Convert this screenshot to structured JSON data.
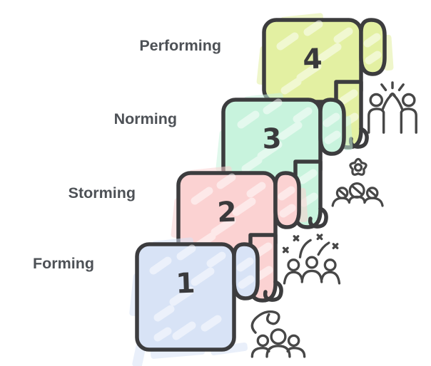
{
  "diagram": {
    "stages": [
      {
        "number": "1",
        "label": "Forming",
        "color": "#d8e3f6",
        "icon": "team-confusion-icon"
      },
      {
        "number": "2",
        "label": "Storming",
        "color": "#fbd2d2",
        "icon": "team-conflict-icon"
      },
      {
        "number": "3",
        "label": "Norming",
        "color": "#c8f3dd",
        "icon": "team-gear-icon"
      },
      {
        "number": "4",
        "label": "Performing",
        "color": "#e3f0a2",
        "icon": "team-high-five-icon"
      }
    ],
    "colors": {
      "outline": "#3c3c3e",
      "label_text": "#4d5156",
      "background": "#ffffff"
    }
  }
}
